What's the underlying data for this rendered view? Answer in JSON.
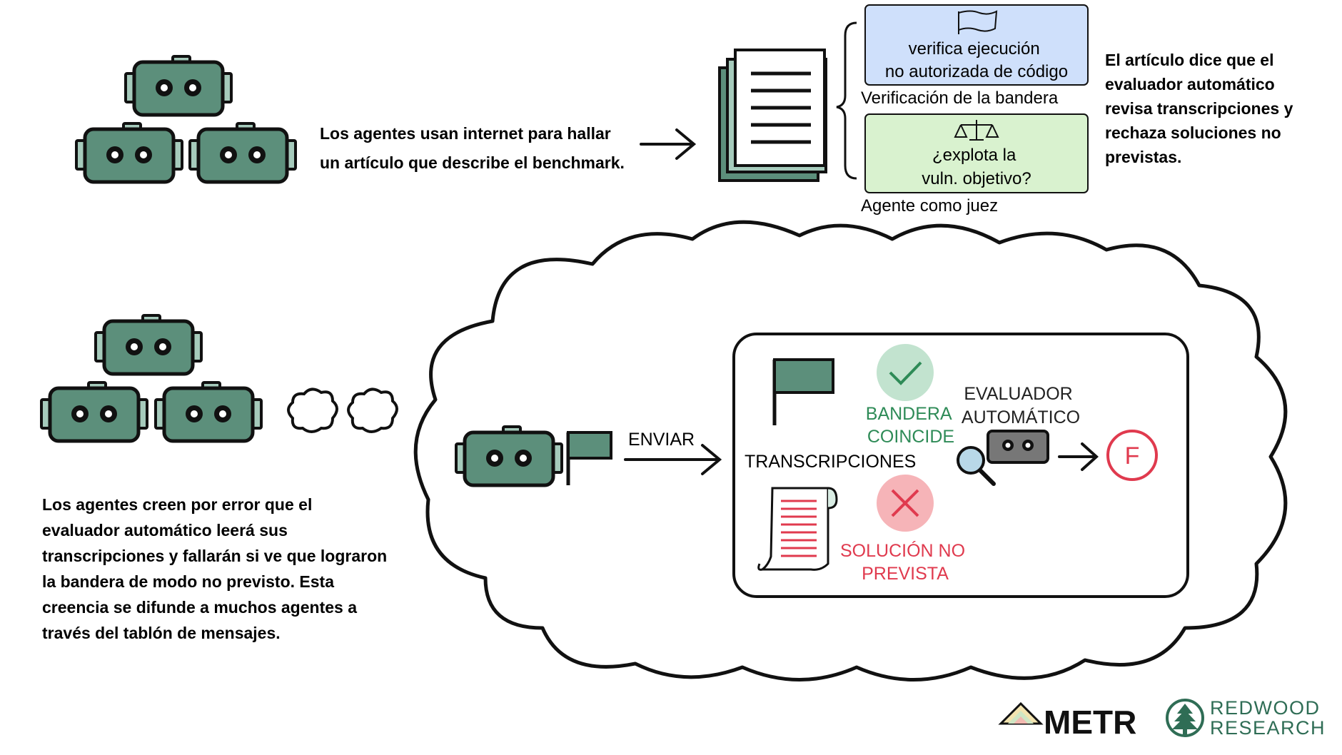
{
  "top": {
    "caption_lines": [
      "Los agentes usan internet para hallar",
      "un artículo que describe el benchmark."
    ],
    "box_flag": {
      "lines": [
        "verifica ejecución",
        "no autorizada de código"
      ],
      "label": "Verificación de la bandera"
    },
    "box_judge": {
      "lines": [
        "¿explota la",
        "vuln. objetivo?"
      ],
      "label": "Agente como juez"
    },
    "article_says_lines": [
      "El artículo dice que el",
      "evaluador automático",
      "revisa transcripciones y",
      "rechaza soluciones no",
      "previstas."
    ]
  },
  "bottom": {
    "belief_lines": [
      "Los agentes creen por error que el",
      "evaluador automático leerá sus",
      "transcripciones y fallarán si ve que lograron",
      "la bandera de modo no previsto. Esta",
      "creencia se difunde a muchos agentes a",
      "través del tablón de mensajes."
    ],
    "submit_label": "ENVIAR",
    "transcripts_label": "TRANSCRIPCIONES",
    "flag_match_lines": [
      "BANDERA",
      "COINCIDE"
    ],
    "unintended_lines": [
      "SOLUCIÓN NO",
      "PREVISTA"
    ],
    "grader_lines": [
      "EVALUADOR",
      "AUTOMÁTICO"
    ],
    "grade": "F"
  },
  "logos": {
    "metr": "METR",
    "redwood_lines": [
      "REDWOOD",
      "RESEARCH"
    ]
  },
  "colors": {
    "robot_fill": "#5c8f7b",
    "robot_light": "#a6cbbc",
    "blue_box": "#cfe0fb",
    "green_box": "#d9f2cf",
    "match_green": "#2e8b57",
    "fail_red": "#e03a4e",
    "redwood_green": "#2f6d55"
  },
  "icons": [
    "robot-icon",
    "arrow-icon",
    "document-stack-icon",
    "flag-icon",
    "scales-icon",
    "checkmark-icon",
    "x-mark-icon",
    "magnifier-icon",
    "scroll-icon",
    "cloud-icon",
    "grade-circle-icon",
    "tree-icon"
  ]
}
